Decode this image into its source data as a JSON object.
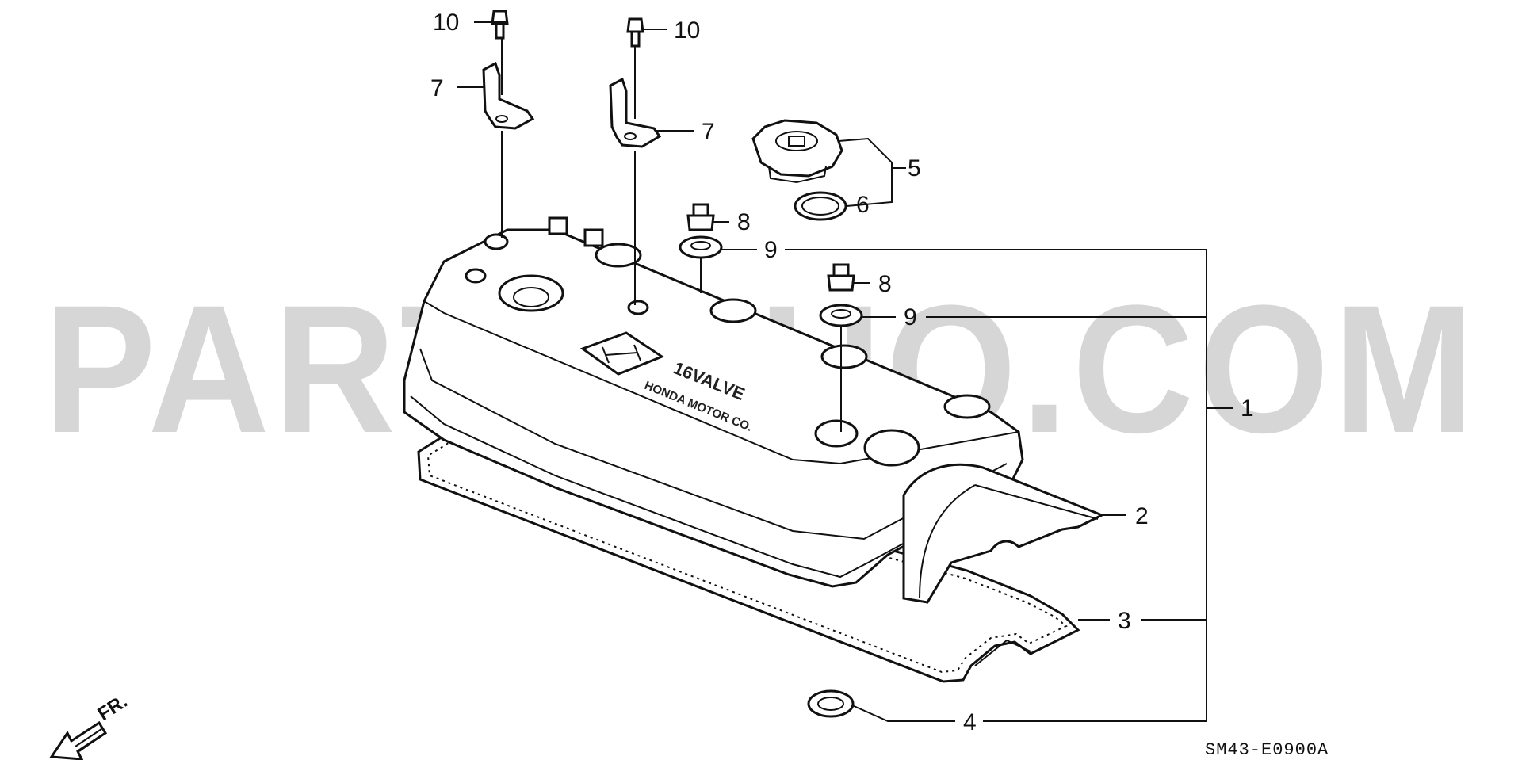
{
  "watermark": "PARTSOUQ.COM",
  "diagram_code": "SM43-E0900A",
  "front_label": "FR.",
  "embossed": {
    "valve": "16VALVE",
    "maker": "HONDA MOTOR CO."
  },
  "callouts": [
    {
      "id": "1",
      "label": "1"
    },
    {
      "id": "2",
      "label": "2"
    },
    {
      "id": "3",
      "label": "3"
    },
    {
      "id": "4",
      "label": "4"
    },
    {
      "id": "5",
      "label": "5"
    },
    {
      "id": "6",
      "label": "6"
    },
    {
      "id": "7a",
      "label": "7"
    },
    {
      "id": "7b",
      "label": "7"
    },
    {
      "id": "8a",
      "label": "8"
    },
    {
      "id": "8b",
      "label": "8"
    },
    {
      "id": "9a",
      "label": "9"
    },
    {
      "id": "9b",
      "label": "9"
    },
    {
      "id": "10a",
      "label": "10"
    },
    {
      "id": "10b",
      "label": "10"
    }
  ]
}
